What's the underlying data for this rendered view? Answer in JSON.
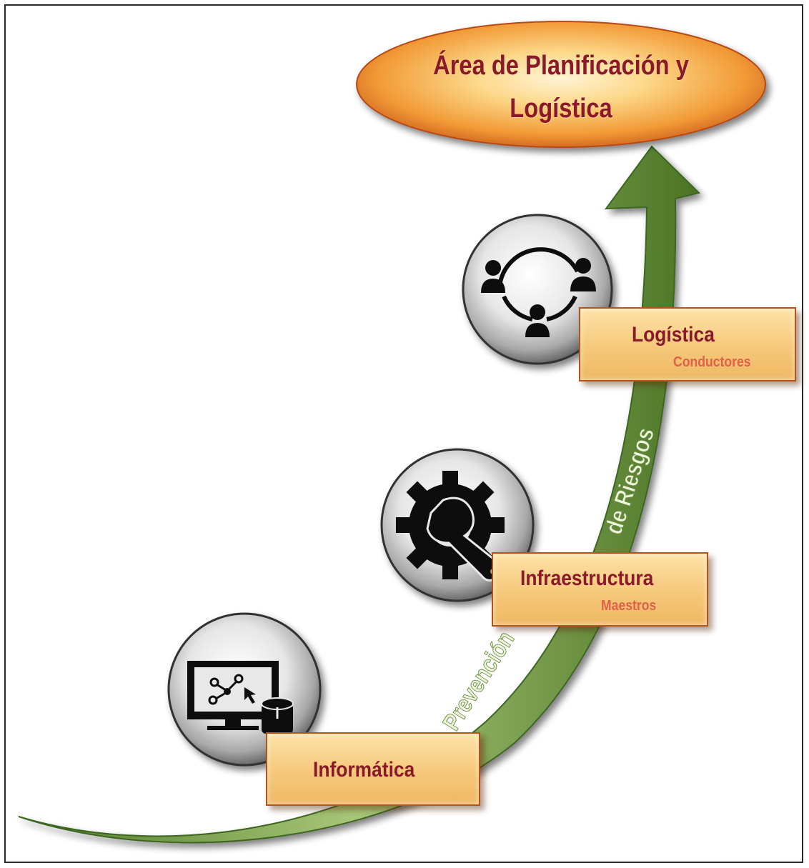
{
  "goal": {
    "line1": "Área de Planificación y",
    "line2": "Logística"
  },
  "arrow_label": {
    "word1": "Prevención",
    "word2": "de Riesgos"
  },
  "steps": [
    {
      "title": "Informática",
      "subtitle": "",
      "icon": "computer-network-icon"
    },
    {
      "title": "Infraestructura",
      "subtitle": "Maestros",
      "icon": "gear-wrench-icon"
    },
    {
      "title": "Logística",
      "subtitle": "Conductores",
      "icon": "people-network-icon"
    }
  ],
  "colors": {
    "title_text": "#8a1a2a",
    "subtitle_text": "#e0604a",
    "box_fill": "#f6c87a",
    "box_border": "#b5541a",
    "arrow_green": "#6f9a3e",
    "goal_orange": "#f08a2a"
  }
}
